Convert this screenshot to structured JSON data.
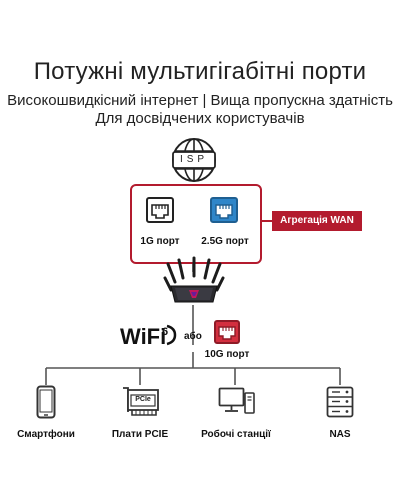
{
  "heading": {
    "title": "Потужні мультигігабітні порти",
    "subtitle_line1": "Високошвидкісний інтернет | Вища пропускна здатність",
    "subtitle_line2": "Для досвідчених користувачів"
  },
  "isp": {
    "label": "ISP"
  },
  "wan": {
    "port_1g": "1G порт",
    "port_25g": "2.5G порт",
    "aggregation_badge": "Агрегація WAN"
  },
  "lan": {
    "wifi_label": "WiFi",
    "wifi_generation": "6",
    "or_label": "або",
    "port_10g": "10G порт"
  },
  "devices": [
    {
      "label": "Смартфони",
      "icon": "smartphone-icon"
    },
    {
      "label": "Плати PCIE",
      "icon": "pcie-card-icon",
      "chip_text": "PCIe"
    },
    {
      "label": "Робочі станції",
      "icon": "workstation-icon"
    },
    {
      "label": "NAS",
      "icon": "nas-icon"
    }
  ],
  "colors": {
    "accent_red": "#b31b2e",
    "port_blue": "#2f86c9",
    "line_gray": "#555555"
  }
}
